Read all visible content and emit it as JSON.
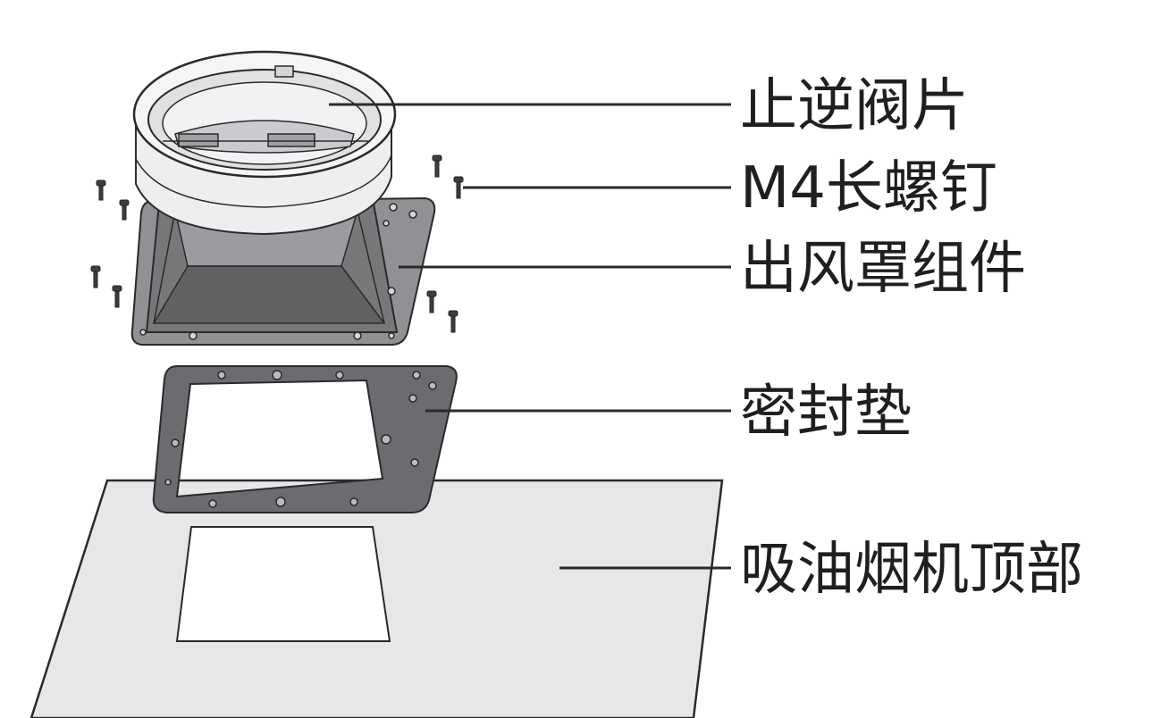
{
  "labels": {
    "check_valve": "止逆阀片",
    "screws": "M4长螺钉",
    "outlet_hood": "出风罩组件",
    "gasket": "密封垫",
    "hood_top": "吸油烟机顶部"
  },
  "colors": {
    "hood_top_fill": "#e6e7e9",
    "gasket_fill": "#6a6c6f",
    "flange_fill": "#8f9194",
    "line": "#2a2a2a"
  }
}
